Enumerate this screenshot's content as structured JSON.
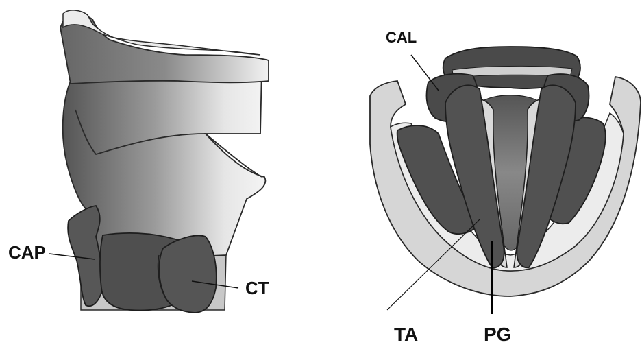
{
  "colors": {
    "background": "#ffffff",
    "dark_muscle": "#555555",
    "light_tissue": "#d4d4d4",
    "outline": "#2a2a2a"
  },
  "figures": {
    "left": {
      "labels": {
        "cap": "CAP",
        "ct": "CT"
      }
    },
    "right": {
      "labels": {
        "cal": "CAL",
        "ta": "TA",
        "pg": "PG"
      }
    }
  }
}
